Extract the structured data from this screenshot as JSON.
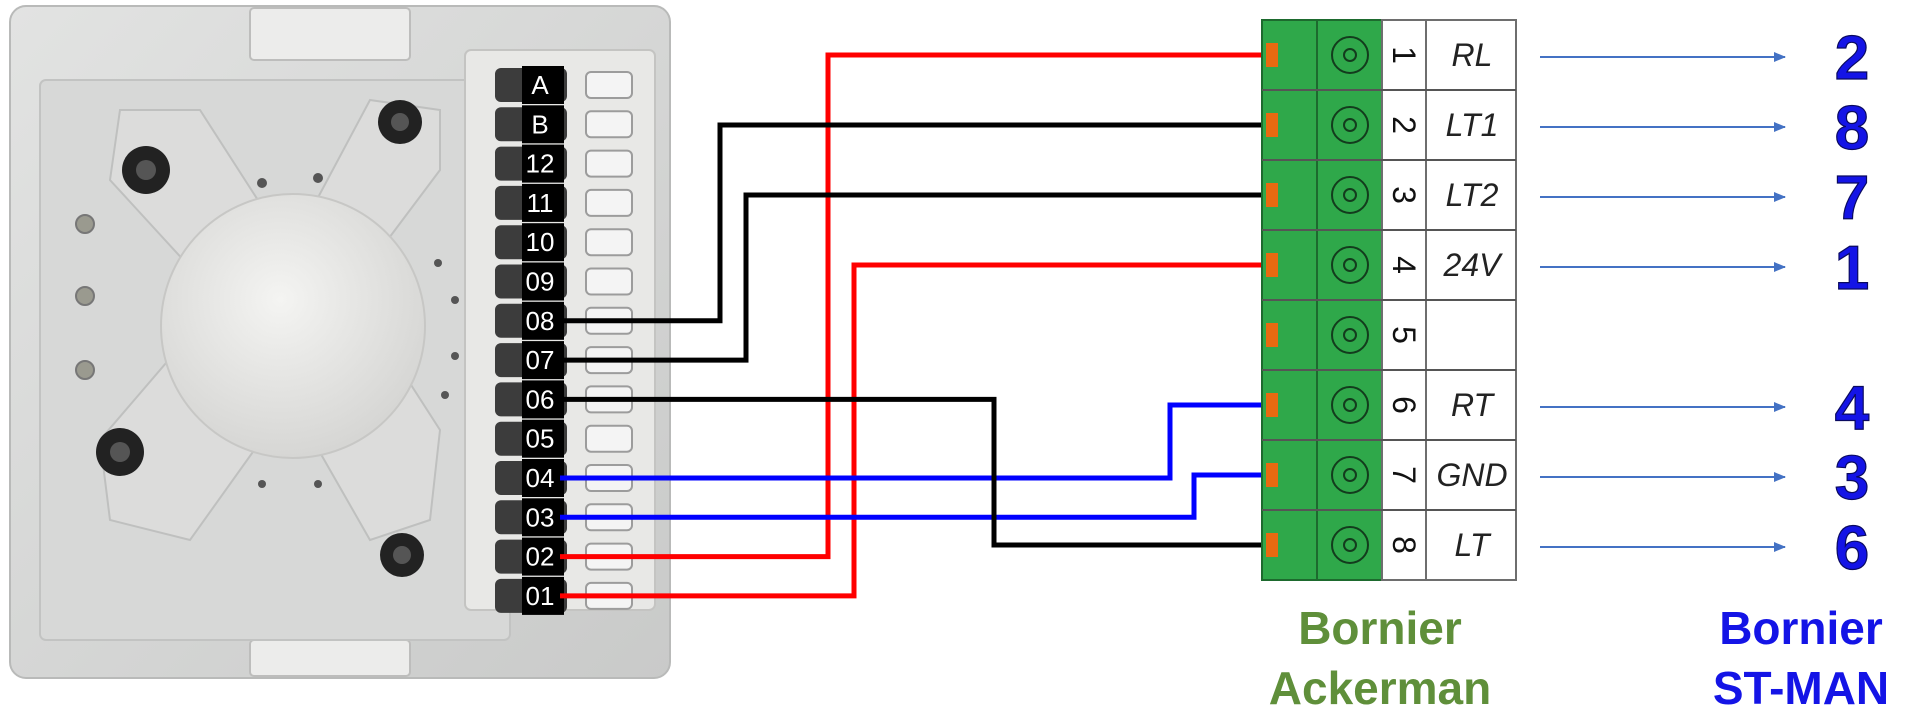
{
  "thermostat": {
    "terminals": [
      "A",
      "B",
      "12",
      "11",
      "10",
      "09",
      "08",
      "07",
      "06",
      "05",
      "04",
      "03",
      "02",
      "01"
    ]
  },
  "ackerman": {
    "caption_line1": "Bornier",
    "caption_line2": "Ackerman",
    "caption_color": "#5f8f3a",
    "block_color": "#2fa84a",
    "pin_color": "#e86a10",
    "rows": [
      {
        "num": "1",
        "label": "RL",
        "st": "2"
      },
      {
        "num": "2",
        "label": "LT1",
        "st": "8"
      },
      {
        "num": "3",
        "label": "LT2",
        "st": "7"
      },
      {
        "num": "4",
        "label": "24V",
        "st": "1"
      },
      {
        "num": "5",
        "label": "",
        "st": ""
      },
      {
        "num": "6",
        "label": "RT",
        "st": "4"
      },
      {
        "num": "7",
        "label": "GND",
        "st": "3"
      },
      {
        "num": "8",
        "label": "LT",
        "st": "6"
      }
    ]
  },
  "stman": {
    "caption_line1": "Bornier",
    "caption_line2": "ST-MAN",
    "caption_color": "#1414e6",
    "arrow_color": "#4472c4"
  },
  "wires": [
    {
      "from": "02",
      "to": "1",
      "color": "#ff0000"
    },
    {
      "from": "08",
      "to": "2",
      "color": "#000000"
    },
    {
      "from": "07",
      "to": "3",
      "color": "#000000"
    },
    {
      "from": "01",
      "to": "4",
      "color": "#ff0000"
    },
    {
      "from": "04",
      "to": "6",
      "color": "#0000ff"
    },
    {
      "from": "03",
      "to": "7",
      "color": "#0000ff"
    },
    {
      "from": "06",
      "to": "8",
      "color": "#000000"
    }
  ]
}
